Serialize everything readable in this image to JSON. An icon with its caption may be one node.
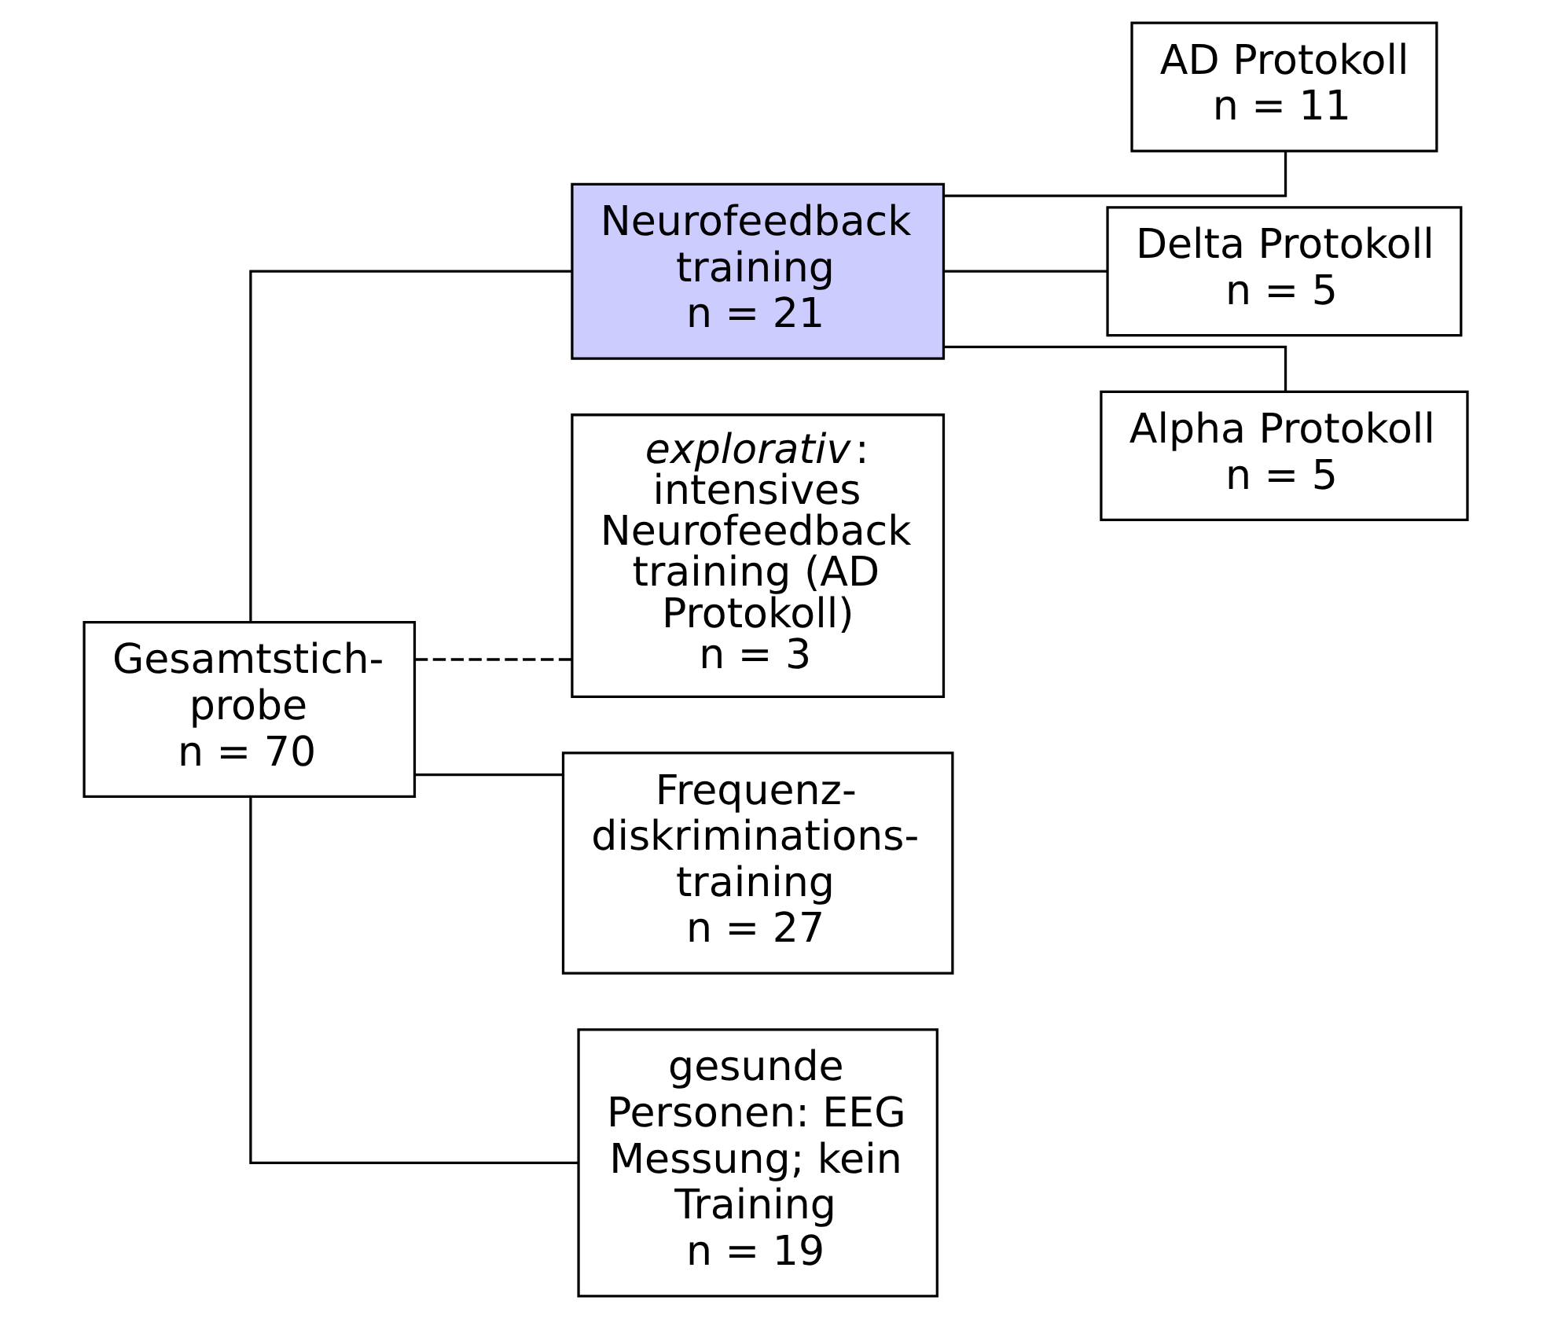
{
  "diagram": {
    "nodes": [
      {
        "text": [
          "Gesamtstich- probe",
          "n = 70"
        ]
      },
      {
        "text": [
          "Neurofeedback training",
          "n = 21"
        ]
      },
      {
        "text": [
          "*explorativ*: intensives Neurofeedback training (AD Protokoll)",
          "n = 3"
        ]
      },
      {
        "text": [
          "Frequenz- diskriminations- training",
          "n = 27"
        ]
      },
      {
        "text": [
          "gesunde Personen: EEG Messung; kein Training",
          "n = 19"
        ]
      },
      {
        "text": [
          "AD Protokoll",
          "n = 11"
        ]
      },
      {
        "text": [
          "Delta Protokoll",
          "n = 5"
        ]
      },
      {
        "text": [
          "Alpha Protokoll",
          "n = 5"
        ]
      }
    ],
    "edges": [
      {
        "from": 0,
        "to": 1,
        "arrow": "none"
      },
      {
        "from": 0,
        "to": 2,
        "arrow": "none",
        "style": "dashed"
      },
      {
        "from": 0,
        "to": 3,
        "arrow": "none"
      },
      {
        "from": 0,
        "to": 4,
        "arrow": "none"
      },
      {
        "from": 1,
        "to": 5,
        "arrow": "none"
      },
      {
        "from": 1,
        "to": 6,
        "arrow": "none"
      },
      {
        "from": 1,
        "to": 7,
        "arrow": "none"
      }
    ]
  }
}
